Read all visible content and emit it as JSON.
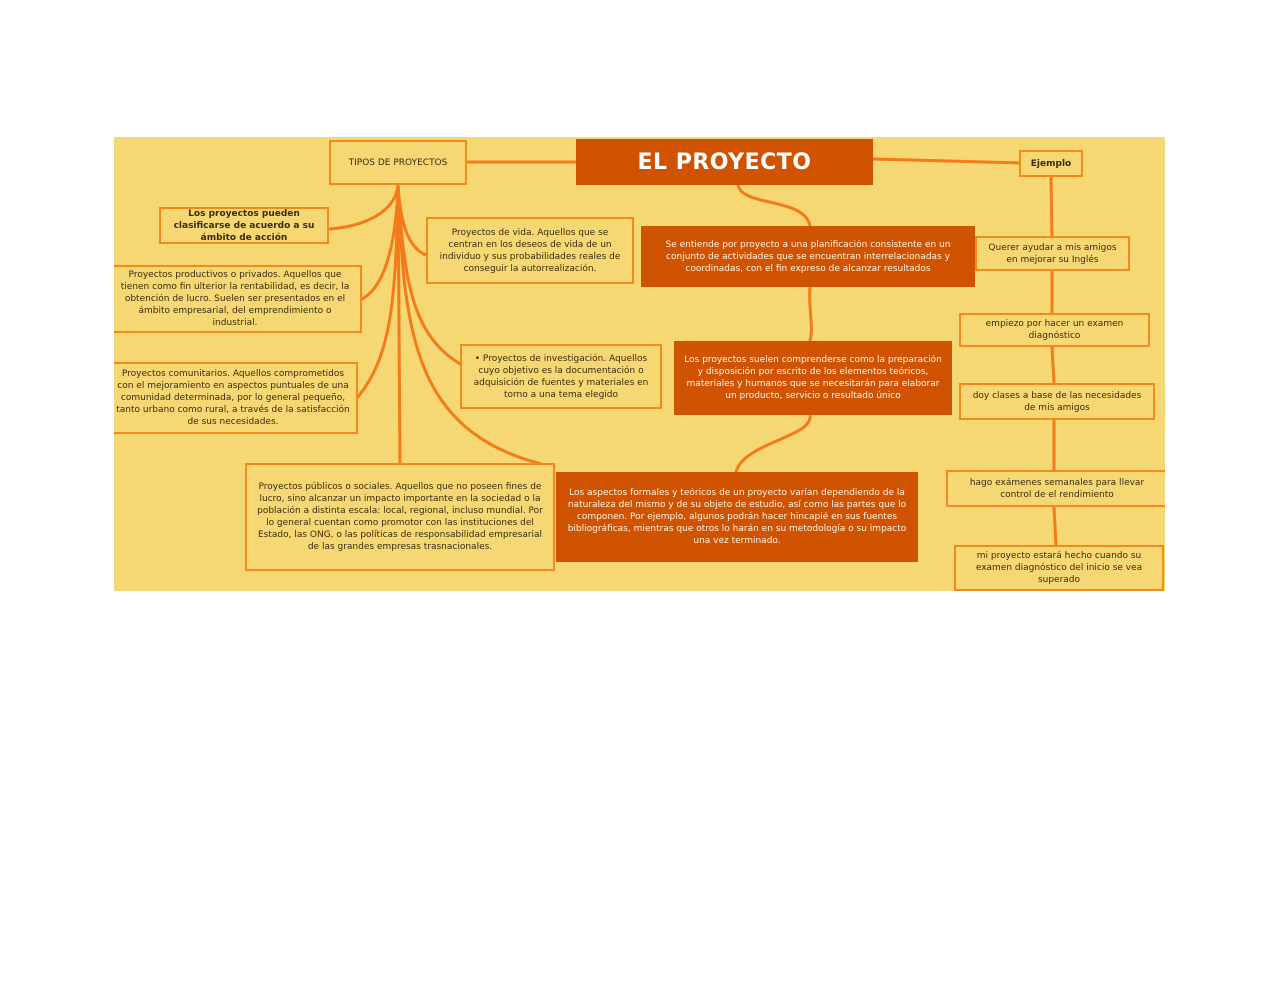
{
  "diagram": {
    "title": "EL PROYECTO",
    "colors": {
      "background": "#f5d873",
      "node_dark": "#cf5300",
      "connector": "#f47a1a",
      "node_border": "#f28b1e"
    },
    "types_branch": {
      "header": "TIPOS DE PROYECTOS",
      "intro": "Los proyectos pueden clasificarse de acuerdo a su ámbito de acción",
      "items": [
        "Proyectos de vida. Aquellos que se centran en los deseos de vida de un individuo y sus probabilidades reales de conseguir la autorrealización.",
        "Proyectos productivos o privados. Aquellos que tienen como fin ulterior la rentabilidad, es decir, la obtención de lucro. Suelen ser presentados en el ámbito empresarial, del emprendimiento o industrial.",
        "• Proyectos de investigación. Aquellos cuyo objetivo es la documentación o adquisición de fuentes y materiales en torno a una tema elegido",
        "Proyectos comunitarios. Aquellos comprometidos con el mejoramiento en aspectos puntuales de una comunidad determinada, por lo general pequeño, tanto urbano como rural, a través de la satisfacción de sus necesidades.",
        "Proyectos públicos o sociales. Aquellos que no poseen fines de lucro, sino alcanzar un impacto importante en la sociedad o la población a distinta escala: local, regional, incluso mundial. Por lo general cuentan como promotor con las instituciones del Estado, las ONG, o las políticas de responsabilidad empresarial de las grandes empresas trasnacionales."
      ]
    },
    "definition_branch": {
      "items": [
        "Se entiende por proyecto a una planificación consistente en un conjunto de actividades que se encuentran interrelacionadas y coordinadas, con el fin expreso de alcanzar resultados",
        "Los proyectos suelen comprenderse como la preparación y disposición por escrito de los elementos teóricos, materiales y humanos que se necesitarán para elaborar un producto, servicio o resultado único",
        "Los aspectos formales y teóricos de un proyecto varían dependiendo de la naturaleza del mismo y de su objeto de estudio, así como las partes que lo componen. Por ejemplo, algunos podrán hacer hincapié en sus fuentes bibliográficas, mientras que otros lo harán en su metodología o su impacto una vez terminado."
      ]
    },
    "example_branch": {
      "header": "Ejemplo",
      "items": [
        "Querer ayudar a mis amigos en mejorar su Inglés",
        "empiezo por hacer un examen diagnóstico",
        "doy clases a base de las necesidades de mis amigos",
        "hago exámenes semanales para llevar control de el rendimiento",
        "mi proyecto estará hecho cuando su examen diagnóstico del inicio se vea superado"
      ]
    }
  }
}
